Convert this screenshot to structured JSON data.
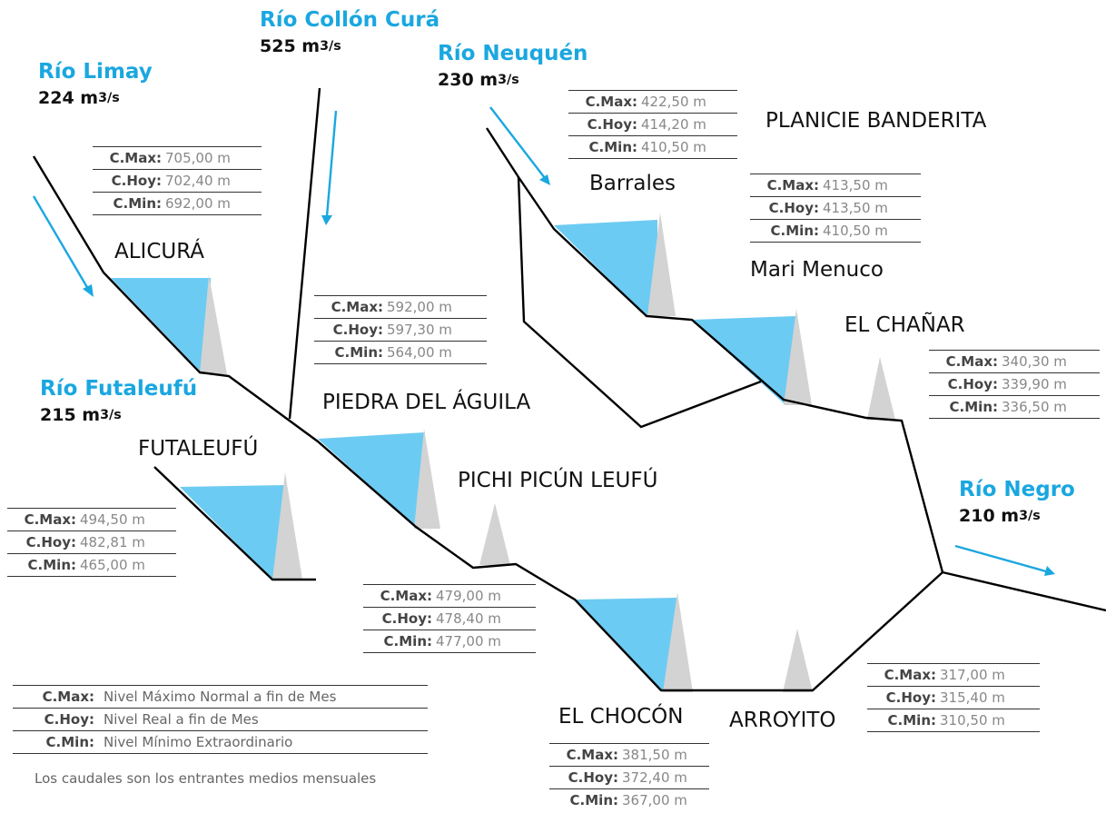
{
  "rivers": {
    "limay": {
      "name": "Río Limay",
      "flow": "224 m",
      "unit": "3/s"
    },
    "collon_cura": {
      "name": "Río Collón Curá",
      "flow": "525 m",
      "unit": "3/s"
    },
    "neuquen": {
      "name": "Río Neuquén",
      "flow": "230 m",
      "unit": "3/s"
    },
    "futaleufu": {
      "name": "Río Futaleufú",
      "flow": "215 m",
      "unit": "3/s"
    },
    "negro": {
      "name": "Río Negro",
      "flow": "210 m",
      "unit": "3/s"
    }
  },
  "dams": {
    "alicura": {
      "name": "ALICURÁ",
      "max": "705,00 m",
      "hoy": "702,40 m",
      "min": "692,00 m"
    },
    "piedra": {
      "name": "PIEDRA DEL ÁGUILA",
      "max": "592,00 m",
      "hoy": "597,30 m",
      "min": "564,00 m"
    },
    "futaleufu": {
      "name": "FUTALEUFÚ",
      "max": "494,50 m",
      "hoy": "482,81 m",
      "min": "465,00 m"
    },
    "pichi": {
      "name": "PICHI PICÚN LEUFÚ",
      "max": "479,00 m",
      "hoy": "478,40 m",
      "min": "477,00 m"
    },
    "chocon": {
      "name": "EL CHOCÓN",
      "max": "381,50 m",
      "hoy": "372,40 m",
      "min": "367,00 m"
    },
    "arroyito": {
      "name": "ARROYITO",
      "max": "317,00 m",
      "hoy": "315,40 m",
      "min": "310,50 m"
    },
    "barrales": {
      "name": "Barrales",
      "max": "422,50 m",
      "hoy": "414,20 m",
      "min": "410,50 m"
    },
    "mari_menuco": {
      "name": "Mari Menuco",
      "max": "413,50 m",
      "hoy": "413,50 m",
      "min": "410,50 m"
    },
    "planicie": {
      "name": "PLANICIE BANDERITA"
    },
    "chanar": {
      "name": "EL CHAÑAR",
      "max": "340,30 m",
      "hoy": "339,90 m",
      "min": "336,50 m"
    }
  },
  "labels": {
    "max": "C.Max:",
    "hoy": "C.Hoy:",
    "min": "C.Min:"
  },
  "legend": {
    "items": [
      {
        "key": "C.Max:",
        "desc": "Nivel Máximo Normal a fin de Mes"
      },
      {
        "key": "C.Hoy:",
        "desc": "Nivel Real a fin de Mes"
      },
      {
        "key": "C.Min:",
        "desc": "Nivel Mínimo Extraordinario"
      }
    ],
    "note": "Los caudales son los entrantes medios mensuales"
  },
  "colors": {
    "water": "#6ccbf2",
    "dam": "#d3d3d3",
    "arrow": "#1aa7e0",
    "river_line": "#000000"
  }
}
